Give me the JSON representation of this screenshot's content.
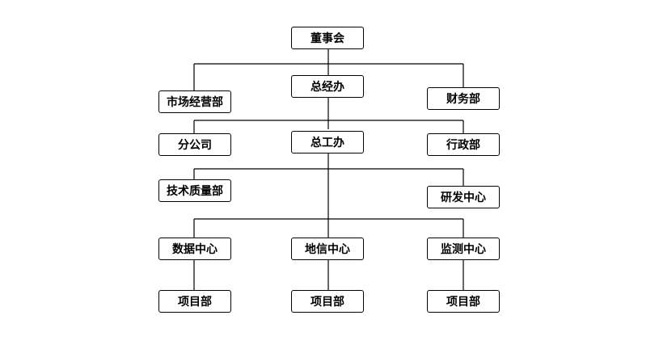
{
  "org_chart": {
    "nodes": {
      "board": "董事会",
      "general_office": "总经办",
      "marketing": "市场经营部",
      "finance": "财务部",
      "branch": "分公司",
      "chief_engineer_office": "总工办",
      "administration": "行政部",
      "tech_quality": "技术质量部",
      "rnd_center": "研发中心",
      "data_center": "数据中心",
      "geo_info_center": "地信中心",
      "survey_center": "监测中心",
      "project_dept_1": "项目部",
      "project_dept_2": "项目部",
      "project_dept_3": "项目部"
    },
    "colors": {
      "line": "#000000",
      "box_border": "#000000",
      "text": "#000000",
      "background": "#ffffff"
    }
  }
}
